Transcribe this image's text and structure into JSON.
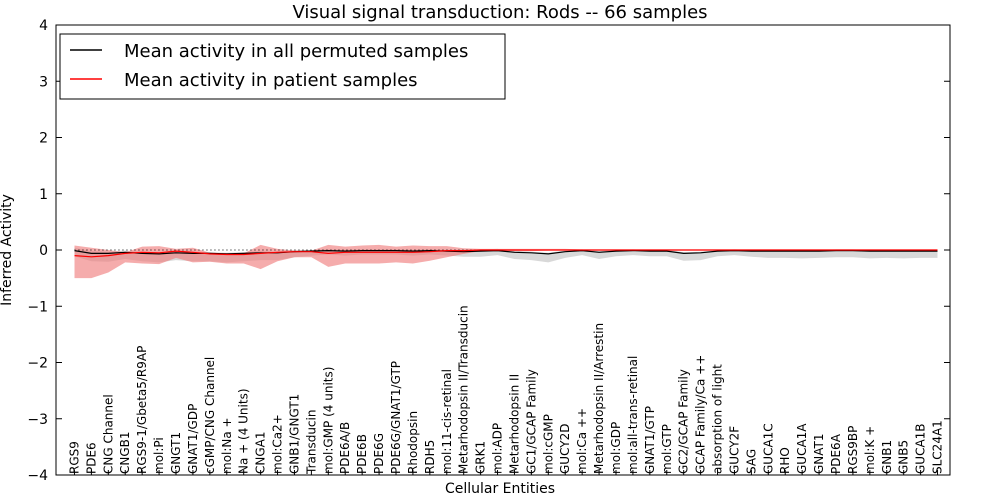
{
  "chart_data": {
    "type": "line",
    "title": "Visual signal transduction: Rods -- 66 samples",
    "xlabel": "Cellular Entities",
    "ylabel": "Inferred Activity",
    "ylim": [
      -4,
      4
    ],
    "yticks": [
      4,
      3,
      2,
      1,
      0,
      -1,
      -2,
      -3,
      -4
    ],
    "grid": false,
    "legend_position": "top-left",
    "categories": [
      "RGS9",
      "PDE6",
      "CNG Channel",
      "CNGB1",
      "RGS9-1/Gbeta5/R9AP",
      "mol:Pi",
      "GNGT1",
      "GNAT1/GDP",
      "cGMP/CNG Channel",
      "mol:Na +",
      "Na + (4 Units)",
      "CNGA1",
      "mol:Ca2+",
      "GNB1/GNGT1",
      "Transducin",
      "mol:GMP (4 units)",
      "PDE6A/B",
      "PDE6B",
      "PDE6G",
      "PDE6G/GNAT1/GTP",
      "Rhodopsin",
      "RDH5",
      "mol:11-cis-retinal",
      "Metarhodopsin II/Transducin",
      "GRK1",
      "mol:ADP",
      "Metarhodopsin II",
      "GC1/GCAP Family",
      "mol:cGMP",
      "GUCY2D",
      "mol:Ca ++",
      "Metarhodopsin II/Arrestin",
      "mol:GDP",
      "mol:all-trans-retinal",
      "GNAT1/GTP",
      "mol:GTP",
      "GC2/GCAP Family",
      "GCAP Family/Ca ++",
      "absorption of light",
      "GUCY2F",
      "SAG",
      "GUCA1C",
      "RHO",
      "GUCA1A",
      "GNAT1",
      "PDE6A",
      "RGS9BP",
      "mol:K +",
      "GNB1",
      "GNB5",
      "GUCA1B",
      "SLC24A1"
    ],
    "series": [
      {
        "name": "Mean activity in all permuted samples",
        "color": "#000000",
        "band_color": "#c8c8c8",
        "values": [
          -0.01,
          -0.06,
          -0.06,
          -0.04,
          -0.06,
          -0.07,
          -0.05,
          -0.06,
          -0.06,
          -0.07,
          -0.06,
          -0.05,
          -0.05,
          -0.03,
          -0.02,
          -0.01,
          -0.02,
          -0.01,
          -0.01,
          -0.01,
          -0.02,
          -0.01,
          -0.02,
          -0.03,
          -0.02,
          -0.01,
          -0.04,
          -0.05,
          -0.07,
          -0.03,
          -0.01,
          -0.04,
          -0.02,
          -0.01,
          -0.02,
          -0.02,
          -0.06,
          -0.05,
          -0.02,
          -0.01,
          -0.02,
          -0.02,
          -0.02,
          -0.02,
          -0.02,
          -0.01,
          -0.01,
          -0.02,
          -0.02,
          -0.02,
          -0.02,
          -0.02
        ],
        "band_upper": [
          0.05,
          0.04,
          0.03,
          0.03,
          0.03,
          0.02,
          0.03,
          0.03,
          0.02,
          0.02,
          0.02,
          0.03,
          0.02,
          0.03,
          0.02,
          0.02,
          0.02,
          0.02,
          0.02,
          0.02,
          0.02,
          0.02,
          0.02,
          0.02,
          0.03,
          0.03,
          0.03,
          0.02,
          0.02,
          0.02,
          0.02,
          0.02,
          0.02,
          0.02,
          0.02,
          0.02,
          0.02,
          0.02,
          0.02,
          0.02,
          0.02,
          0.02,
          0.02,
          0.02,
          0.02,
          0.02,
          0.02,
          0.02,
          0.02,
          0.02,
          0.02,
          0.02
        ],
        "band_lower": [
          -0.1,
          -0.14,
          -0.15,
          -0.12,
          -0.14,
          -0.15,
          -0.13,
          -0.14,
          -0.14,
          -0.15,
          -0.14,
          -0.13,
          -0.13,
          -0.1,
          -0.08,
          -0.07,
          -0.08,
          -0.07,
          -0.07,
          -0.07,
          -0.08,
          -0.07,
          -0.08,
          -0.09,
          -0.1,
          -0.08,
          -0.12,
          -0.13,
          -0.15,
          -0.11,
          -0.08,
          -0.12,
          -0.09,
          -0.08,
          -0.09,
          -0.09,
          -0.13,
          -0.13,
          -0.09,
          -0.08,
          -0.1,
          -0.12,
          -0.12,
          -0.13,
          -0.12,
          -0.12,
          -0.12,
          -0.13,
          -0.12,
          -0.13,
          -0.12,
          -0.12
        ]
      },
      {
        "name": "Mean activity in patient samples",
        "color": "#ff0000",
        "band_color": "#f08080",
        "values": [
          -0.1,
          -0.12,
          -0.1,
          -0.06,
          -0.04,
          -0.05,
          -0.02,
          -0.04,
          -0.07,
          -0.08,
          -0.08,
          -0.06,
          -0.04,
          -0.03,
          -0.03,
          -0.06,
          -0.04,
          -0.04,
          -0.04,
          -0.04,
          -0.04,
          -0.03,
          -0.01,
          -0.01,
          0.0,
          0.0,
          0.0,
          0.0,
          0.0,
          0.0,
          0.0,
          0.0,
          0.0,
          0.0,
          0.0,
          0.0,
          0.0,
          0.0,
          0.0,
          0.0,
          0.0,
          0.0,
          0.0,
          0.0,
          0.0,
          0.0,
          0.0,
          0.0,
          0.0,
          0.0,
          0.0,
          0.0
        ],
        "band_upper": [
          0.18,
          0.16,
          0.1,
          0.02,
          0.1,
          0.12,
          0.04,
          0.08,
          0.02,
          0.02,
          0.02,
          0.15,
          0.06,
          0.02,
          0.02,
          0.15,
          0.1,
          0.12,
          0.13,
          0.1,
          0.12,
          0.1,
          0.08,
          0.04,
          0.02,
          0.02,
          0.02,
          0.02,
          0.02,
          0.02,
          0.01,
          0.01,
          0.01,
          0.01,
          0.01,
          0.01,
          0.01,
          0.01,
          0.01,
          0.01,
          0.01,
          0.01,
          0.01,
          0.01,
          0.01,
          0.01,
          0.01,
          0.01,
          0.01,
          0.01,
          0.01,
          0.01
        ],
        "band_lower": [
          -0.4,
          -0.38,
          -0.3,
          -0.16,
          -0.2,
          -0.2,
          -0.12,
          -0.18,
          -0.14,
          -0.16,
          -0.16,
          -0.28,
          -0.16,
          -0.1,
          -0.1,
          -0.24,
          -0.2,
          -0.2,
          -0.2,
          -0.18,
          -0.2,
          -0.16,
          -0.12,
          -0.06,
          -0.02,
          -0.02,
          -0.02,
          -0.02,
          -0.01,
          -0.01,
          -0.01,
          -0.01,
          -0.01,
          -0.01,
          -0.01,
          -0.01,
          -0.01,
          -0.01,
          -0.01,
          -0.01,
          -0.01,
          -0.01,
          -0.01,
          -0.01,
          -0.01,
          -0.01,
          -0.01,
          -0.01,
          -0.01,
          -0.01,
          -0.01,
          -0.01
        ]
      }
    ],
    "reference_line": {
      "y": 0,
      "style": "dotted",
      "color": "#000000"
    }
  }
}
